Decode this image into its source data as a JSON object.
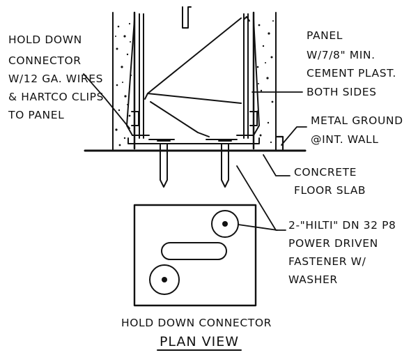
{
  "labels": {
    "hold_down_connector": [
      "HOLD DOWN",
      "CONNECTOR",
      "W/12 GA. WIRES",
      "& HARTCO CLIPS",
      "TO PANEL"
    ],
    "panel": [
      "PANEL",
      "W/7/8\" MIN.",
      "CEMENT PLAST.",
      "BOTH SIDES"
    ],
    "metal_ground": [
      "METAL GROUND",
      "@INT. WALL"
    ],
    "concrete_slab": [
      "CONCRETE",
      "FLOOR SLAB"
    ],
    "fastener": [
      "2-\"HILTI\" DN 32 P8",
      "POWER DRIVEN",
      "FASTENER W/",
      "WASHER"
    ]
  },
  "caption": {
    "title": "HOLD DOWN CONNECTOR",
    "subtitle": "PLAN VIEW"
  },
  "colors": {
    "ink": "#111111",
    "paper": "#ffffff"
  }
}
